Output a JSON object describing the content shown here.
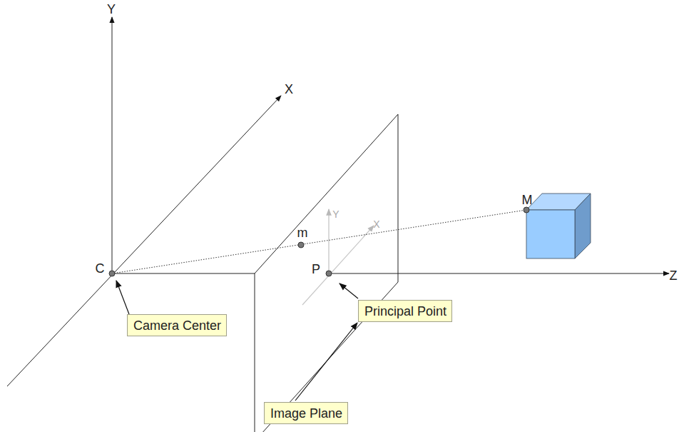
{
  "diagram": {
    "nodes": [
      {
        "text": [
          "Principal Point"
        ]
      },
      {
        "text": [
          "Camera Center"
        ]
      },
      {
        "text": [
          "Image Plane"
        ]
      }
    ],
    "labels": [
      "Y",
      "X",
      "M",
      "Y",
      "X",
      "m",
      "C",
      "P",
      "Z"
    ]
  }
}
